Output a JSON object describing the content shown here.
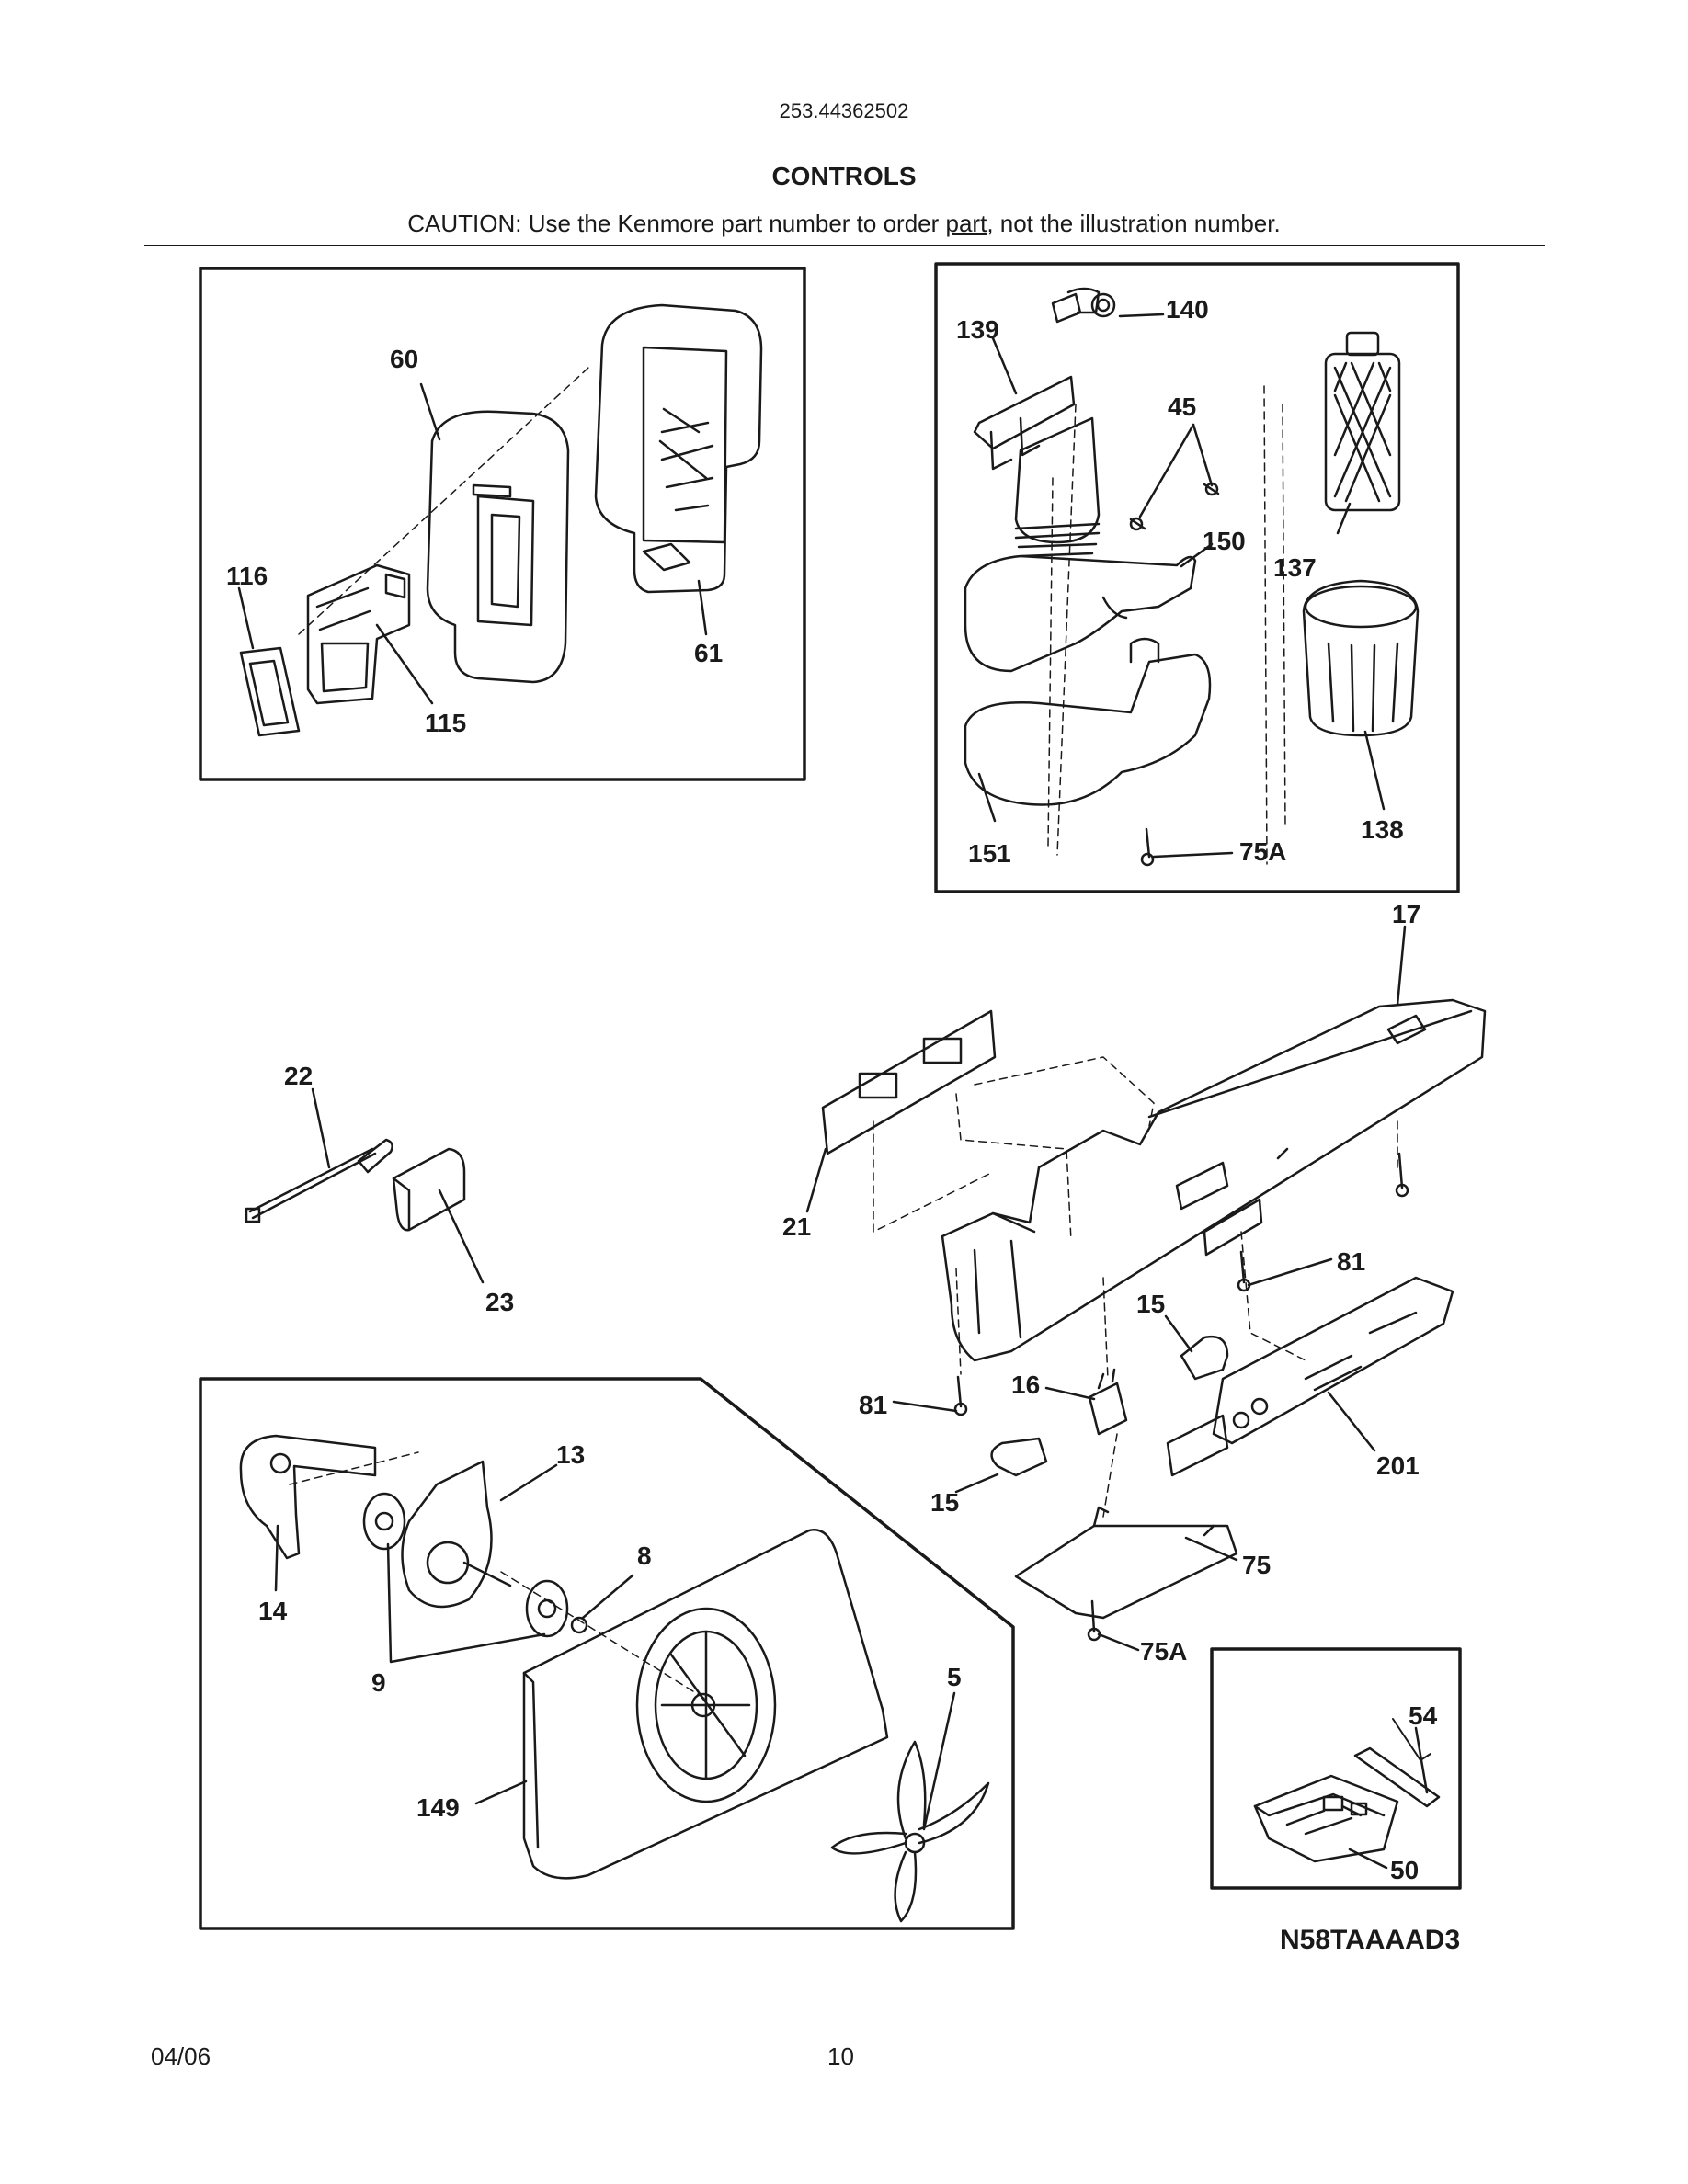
{
  "header": {
    "model_number": "253.44362502",
    "title": "CONTROLS",
    "caution_prefix": "CAUTION: Use the Kenmore part number to order ",
    "caution_link": "part",
    "caution_suffix": ", not the illustration number."
  },
  "diagram_code": "N58TAAAAD3",
  "footer": {
    "date": "04/06",
    "page": "10"
  },
  "callouts": {
    "p60": "60",
    "p61": "61",
    "p116": "116",
    "p115": "115",
    "p139": "139",
    "p140": "140",
    "p45": "45",
    "p150": "150",
    "p137": "137",
    "p151": "151",
    "p75A_top": "75A",
    "p138": "138",
    "p17": "17",
    "p22": "22",
    "p21": "21",
    "p23": "23",
    "p81_right": "81",
    "p15_upper": "15",
    "p16": "16",
    "p81_left": "81",
    "p201": "201",
    "p15_lower": "15",
    "p75": "75",
    "p75A_bottom": "75A",
    "p13": "13",
    "p8": "8",
    "p14": "14",
    "p9": "9",
    "p5": "5",
    "p149": "149",
    "p54": "54",
    "p50": "50"
  },
  "icons": [
    "damper-housing-icon",
    "water-filter-icon",
    "control-housing-icon",
    "evaporator-fan-icon",
    "relay-box-icon"
  ]
}
